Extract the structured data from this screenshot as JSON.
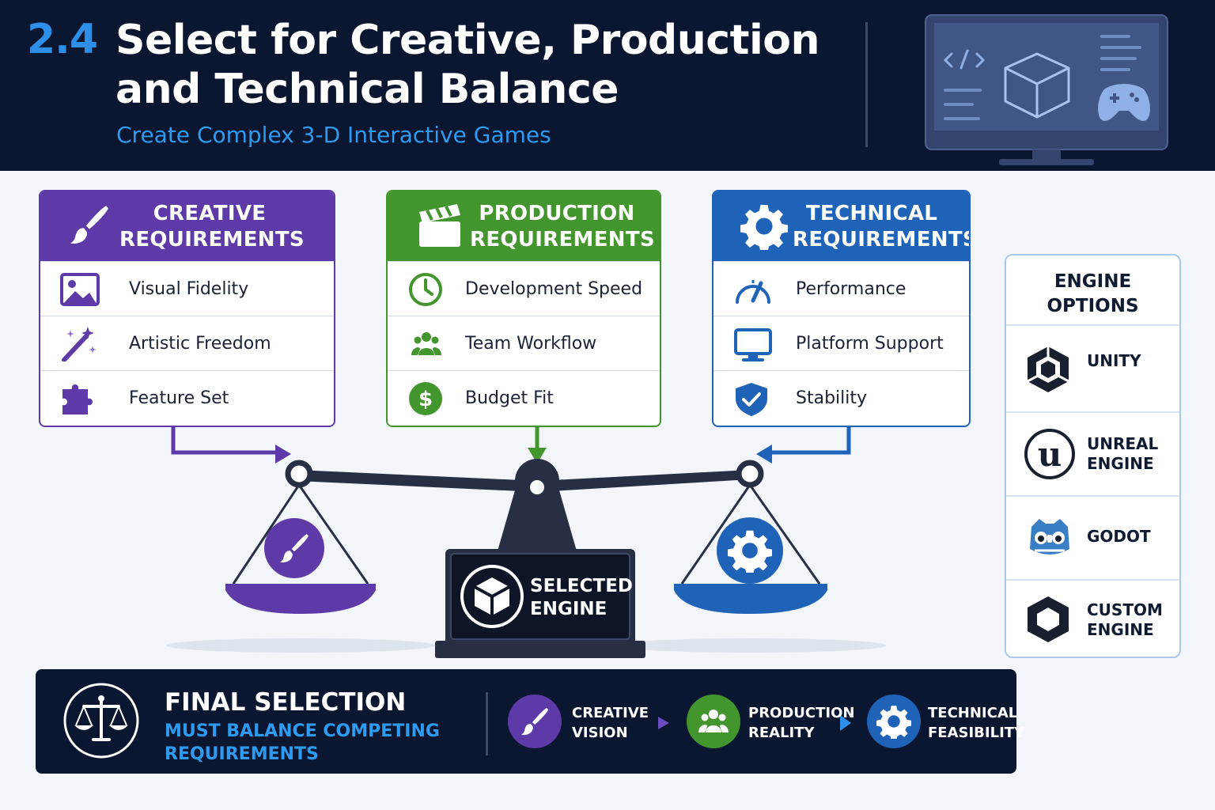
{
  "header": {
    "section_number": "2.4",
    "title": "Select for Creative, Production and Technical Balance",
    "subtitle": "Create Complex 3-D Interactive Games",
    "illustration_icons": [
      "code-icon",
      "cube-icon",
      "gamepad-icon"
    ]
  },
  "colors": {
    "navy": "#0b1630",
    "creative": "#5e3aa8",
    "production": "#43962e",
    "technical": "#1f63b8",
    "accent_blue": "#2d8fea"
  },
  "cards": [
    {
      "key": "creative",
      "title": [
        "CREATIVE",
        "REQUIREMENTS"
      ],
      "icon": "paintbrush-icon",
      "items": [
        {
          "label": "Visual Fidelity",
          "icon": "image-icon"
        },
        {
          "label": "Artistic Freedom",
          "icon": "magic-wand-icon"
        },
        {
          "label": "Feature Set",
          "icon": "puzzle-icon"
        }
      ]
    },
    {
      "key": "production",
      "title": [
        "PRODUCTION",
        "REQUIREMENTS"
      ],
      "icon": "clapperboard-icon",
      "items": [
        {
          "label": "Development Speed",
          "icon": "clock-icon"
        },
        {
          "label": "Team Workflow",
          "icon": "team-icon"
        },
        {
          "label": "Budget Fit",
          "icon": "dollar-icon"
        }
      ]
    },
    {
      "key": "technical",
      "title": [
        "TECHNICAL",
        "REQUIREMENTS"
      ],
      "icon": "gear-icon",
      "items": [
        {
          "label": "Performance",
          "icon": "gauge-icon"
        },
        {
          "label": "Platform Support",
          "icon": "monitor-icon"
        },
        {
          "label": "Stability",
          "icon": "shield-check-icon"
        }
      ]
    }
  ],
  "scale": {
    "selected_label": [
      "SELECTED",
      "ENGINE"
    ]
  },
  "engine_options": {
    "title": [
      "ENGINE",
      "OPTIONS"
    ],
    "items": [
      {
        "label": [
          "UNITY"
        ],
        "icon": "unity-logo-icon"
      },
      {
        "label": [
          "UNREAL",
          "ENGINE"
        ],
        "icon": "unreal-logo-icon"
      },
      {
        "label": [
          "GODOT"
        ],
        "icon": "godot-logo-icon"
      },
      {
        "label": [
          "CUSTOM",
          "ENGINE"
        ],
        "icon": "custom-engine-icon"
      }
    ]
  },
  "footer": {
    "title": "FINAL SELECTION",
    "subtitle": "MUST BALANCE COMPETING REQUIREMENTS",
    "icon": "balance-scale-icon",
    "flow": [
      {
        "label": [
          "CREATIVE",
          "VISION"
        ],
        "icon": "paintbrush-icon"
      },
      {
        "label": [
          "PRODUCTION",
          "REALITY"
        ],
        "icon": "team-icon"
      },
      {
        "label": [
          "TECHNICAL",
          "FEASIBILITY"
        ],
        "icon": "gear-icon"
      }
    ]
  }
}
